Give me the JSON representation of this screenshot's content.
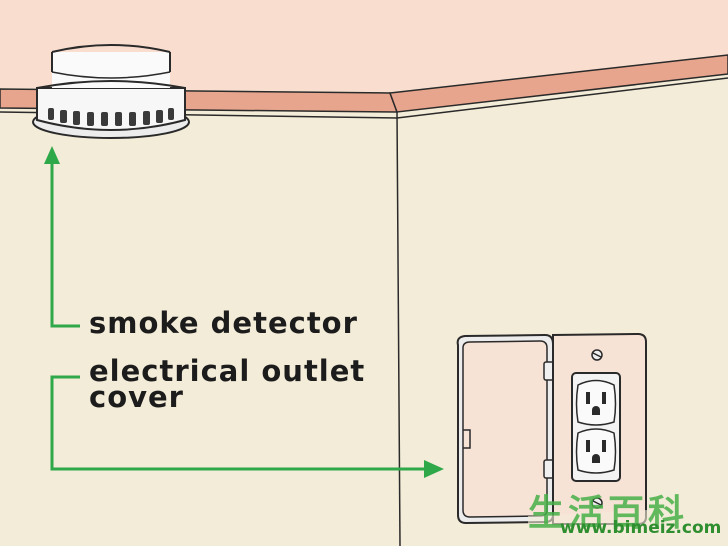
{
  "labels": {
    "smoke_detector": "smoke detector",
    "outlet_cover_line1": "electrical outlet",
    "outlet_cover_line2": "cover"
  },
  "watermark": {
    "chinese": "生活百科",
    "url": "www.bimeiz.com"
  },
  "colors": {
    "ceiling": "#f9ded0",
    "wall": "#f3ecd8",
    "crown_molding": "#e7a58e",
    "arrow": "#2fa84a",
    "outline": "#2a2a2a",
    "outlet_cover": "#f7e2d6"
  },
  "icons": [
    "smoke-detector-icon",
    "electrical-outlet-icon",
    "outlet-cover-door-icon"
  ]
}
